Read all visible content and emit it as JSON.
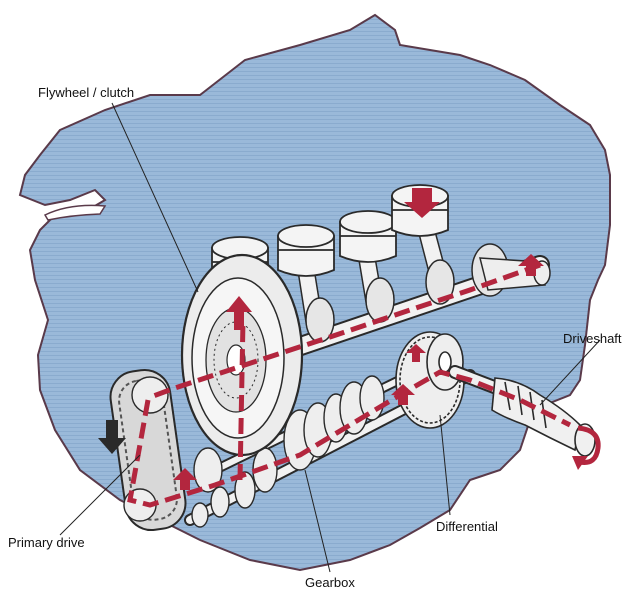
{
  "labels": {
    "flywheel": "Flywheel / clutch",
    "driveshaft": "Driveshaft",
    "differential": "Differential",
    "primary_drive": "Primary drive",
    "gearbox": "Gearbox"
  },
  "colors": {
    "background": "#ffffff",
    "engine_block": "#9ab9d9",
    "block_outline": "#5a3a4a",
    "power_path": "#b3263e",
    "metal": "#f2f2f2",
    "metal_outline": "#2a2a2a",
    "chain": "#777777"
  }
}
